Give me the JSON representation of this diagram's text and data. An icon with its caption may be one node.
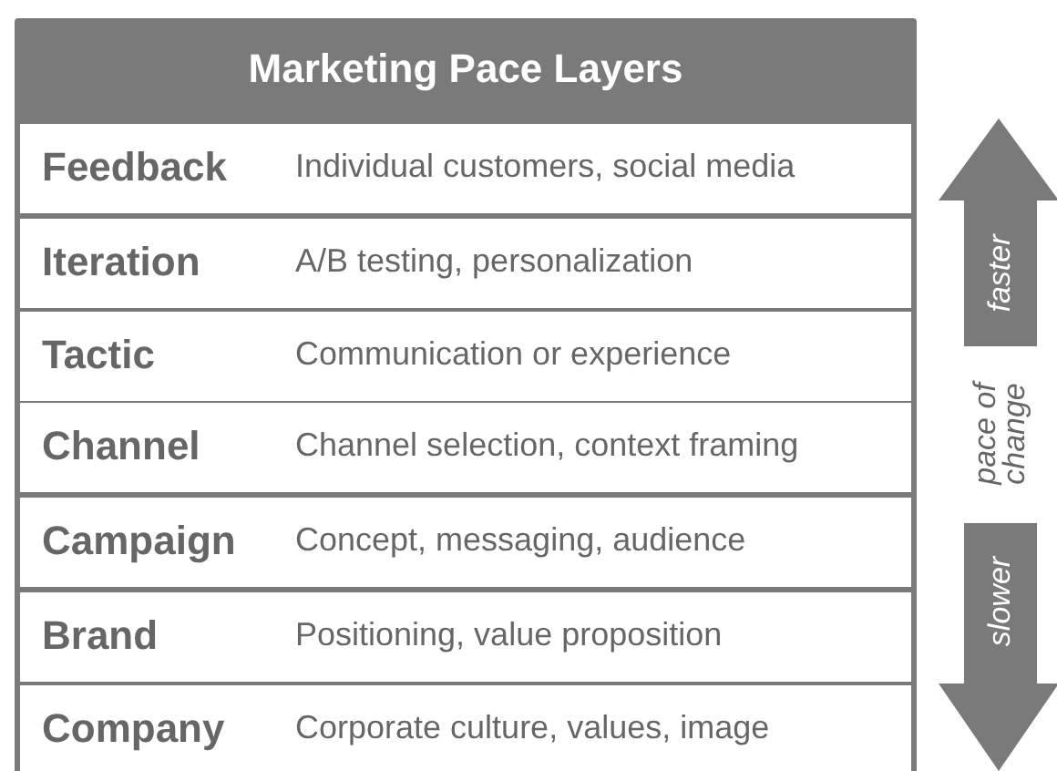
{
  "diagram": {
    "title": "Marketing Pace Layers",
    "nodes": [
      {
        "text": [
          "Feedback",
          "Individual customers, social media"
        ]
      },
      {
        "text": [
          "Iteration",
          "A/B testing, personalization"
        ]
      },
      {
        "text": [
          "Tactic",
          "Communication or experience"
        ]
      },
      {
        "text": [
          "Channel",
          "Channel selection, context framing"
        ]
      },
      {
        "text": [
          "Campaign",
          "Concept, messaging, audience"
        ]
      },
      {
        "text": [
          "Brand",
          "Positioning, value proposition"
        ]
      },
      {
        "text": [
          "Company",
          "Corporate culture, values, image"
        ]
      }
    ],
    "labels": [
      "faster",
      "pace of change",
      "slower"
    ]
  }
}
